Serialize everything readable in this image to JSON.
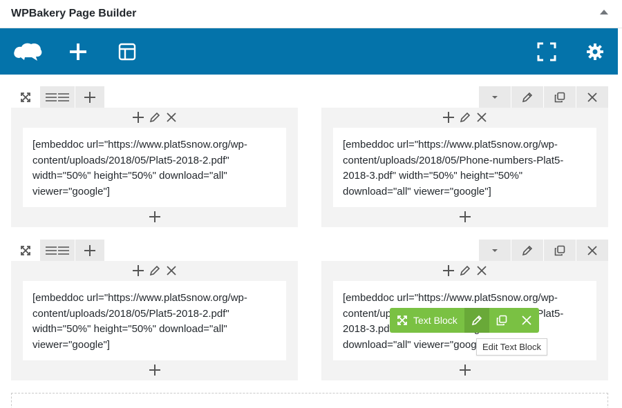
{
  "metabox": {
    "title": "WPBakery Page Builder"
  },
  "navbar": {
    "colors": {
      "background": "#0473aa",
      "icon": "#ffffff"
    },
    "icons": [
      "logo-cloud-icon",
      "add-element-icon",
      "templates-icon",
      "fullscreen-icon",
      "settings-gear-icon"
    ]
  },
  "rows": [
    {
      "columns": [
        {
          "content": "[embeddoc url=\"https://www.plat5snow.org/wp-content/uploads/2018/05/Plat5-2018-2.pdf\" width=\"50%\" height=\"50%\" download=\"all\" viewer=\"google\"]"
        },
        {
          "content": "[embeddoc url=\"https://www.plat5snow.org/wp-content/uploads/2018/05/Phone-numbers-Plat5-2018-3.pdf\" width=\"50%\" height=\"50%\" download=\"all\" viewer=\"google\"]"
        }
      ]
    },
    {
      "columns": [
        {
          "content": "[embeddoc url=\"https://www.plat5snow.org/wp-content/uploads/2018/05/Plat5-2018-2.pdf\" width=\"50%\" height=\"50%\" download=\"all\" viewer=\"google\"]"
        },
        {
          "content": "[embeddoc url=\"https://www.plat5snow.org/wp-content/uploads/2018/05/Phone-numbers-Plat5-2018-3.pdf\" width=\"50%\" height=\"50%\" download=\"all\" viewer=\"google\"]"
        }
      ]
    }
  ],
  "element_toolbar": {
    "label": "Text Block",
    "color": "#7ac143"
  },
  "tooltip": {
    "text": "Edit Text Block"
  }
}
